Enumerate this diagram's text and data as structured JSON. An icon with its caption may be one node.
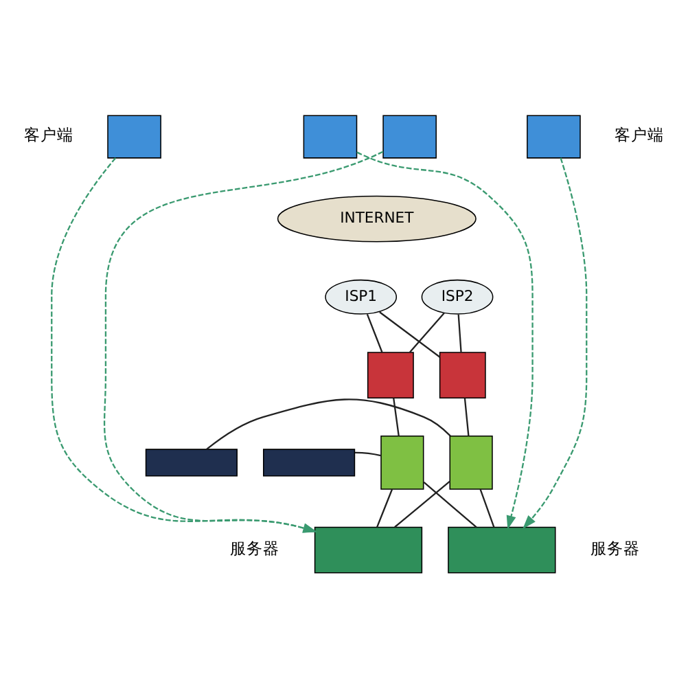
{
  "diagram": {
    "nodes": [
      {
        "text": [],
        "shape": "box",
        "beside": [
          "客户端"
        ]
      },
      {
        "text": [],
        "shape": "box"
      },
      {
        "text": [],
        "shape": "box"
      },
      {
        "text": [],
        "shape": "box",
        "beside": [
          "客户端"
        ]
      },
      {
        "text": [
          "INTERNET"
        ]
      },
      {
        "text": [
          "ISP1"
        ]
      },
      {
        "text": [
          "ISP2"
        ]
      },
      {
        "text": [],
        "shape": "box"
      },
      {
        "text": [],
        "shape": "box"
      },
      {
        "text": [],
        "shape": "box"
      },
      {
        "text": [],
        "shape": "box"
      },
      {
        "text": [],
        "shape": "box"
      },
      {
        "text": [],
        "shape": "box"
      },
      {
        "text": [],
        "shape": "box",
        "beside": [
          "服务器"
        ]
      },
      {
        "text": [],
        "shape": "box",
        "beside": [
          "服务器"
        ]
      }
    ],
    "edges": [
      {
        "from": 5,
        "to": 7,
        "arrow": "none"
      },
      {
        "from": 5,
        "to": 8,
        "arrow": "none"
      },
      {
        "from": 6,
        "to": 7,
        "arrow": "none"
      },
      {
        "from": 6,
        "to": 8,
        "arrow": "none"
      },
      {
        "from": 7,
        "to": 11,
        "arrow": "none"
      },
      {
        "from": 8,
        "to": 12,
        "arrow": "none"
      },
      {
        "from": 9,
        "to": 12,
        "arrow": "none"
      },
      {
        "from": 10,
        "to": 11,
        "arrow": "none"
      },
      {
        "from": 11,
        "to": 13,
        "arrow": "none"
      },
      {
        "from": 11,
        "to": 14,
        "arrow": "none"
      },
      {
        "from": 12,
        "to": 13,
        "arrow": "none"
      },
      {
        "from": 12,
        "to": 14,
        "arrow": "none"
      },
      {
        "from": 0,
        "to": 13,
        "arrow": "to",
        "style": "dashed",
        "color": "#3a9a70"
      },
      {
        "from": 1,
        "to": 14,
        "arrow": "to",
        "style": "dashed",
        "color": "#3a9a70"
      },
      {
        "from": 2,
        "to": 13,
        "arrow": "to",
        "style": "dashed",
        "color": "#3a9a70"
      },
      {
        "from": 3,
        "to": 14,
        "arrow": "to",
        "style": "dashed",
        "color": "#3a9a70"
      }
    ]
  }
}
